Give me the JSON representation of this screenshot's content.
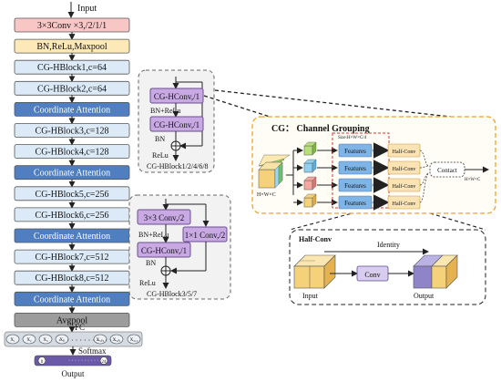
{
  "main_column": {
    "input_label": "Input",
    "blocks": [
      {
        "label": "3×3Conv ×3,/2/1/1",
        "kind": "conv"
      },
      {
        "label": "BN,ReLu,Maxpool",
        "kind": "bn"
      },
      {
        "label": "CG-HBlock1,c=64",
        "kind": "block"
      },
      {
        "label": "CG-HBlock2,c=64",
        "kind": "block"
      },
      {
        "label": "Coordinate Attention",
        "kind": "attn"
      },
      {
        "label": "CG-HBlock3,c=128",
        "kind": "block"
      },
      {
        "label": "CG-HBlock4,c=128",
        "kind": "block"
      },
      {
        "label": "Coordinate Attention",
        "kind": "attn"
      },
      {
        "label": "CG-HBlock5,c=256",
        "kind": "block"
      },
      {
        "label": "CG-HBlock6,c=256",
        "kind": "block"
      },
      {
        "label": "Coordinate Attention",
        "kind": "attn"
      },
      {
        "label": "CG-HBlock7,c=512",
        "kind": "block"
      },
      {
        "label": "CG-HBlock8,c=512",
        "kind": "block"
      },
      {
        "label": "Coordinate Attention",
        "kind": "attn"
      },
      {
        "label": "Avgpool",
        "kind": "pool"
      }
    ],
    "fc_label": "FC",
    "fc_nodes": [
      "X₁",
      "X₂",
      "X₃",
      "X₄",
      "X₅₁₀",
      "X₅₁₁",
      "X₅₁₂"
    ],
    "softmax_label": "Softmax",
    "output_nodes": [
      "0",
      "24"
    ],
    "output_label": "Output"
  },
  "block_a": {
    "conv1": "CG-HConv,/1",
    "bn_relu": "BN+ReLu",
    "conv2": "CG-HConv,/1",
    "bn": "BN",
    "relu": "ReLu",
    "caption": "CG-HBlock1/2/4/6/8"
  },
  "block_b": {
    "conv1": "3×3 Conv,/2",
    "bn_relu": "BN+ReLu",
    "shortcut": "1×1 Conv,/2",
    "conv2": "CG-HConv,/1",
    "bn": "BN",
    "relu": "ReLu",
    "caption": "CG-HBlock3/5/7"
  },
  "cg_panel": {
    "title": "CG：  Channel Grouping",
    "input_dims": "H×W×C",
    "size_label": "Size:H×W×C/4",
    "features": [
      "Features",
      "Features",
      "Features",
      "Features"
    ],
    "half_convs": [
      "Half-Conv",
      "Half-Conv",
      "Half-Conv",
      "Half-Conv"
    ],
    "contact": "Contact",
    "output_dims": "H×W×C"
  },
  "half_conv_panel": {
    "title": "Half-Conv",
    "identity": "Identity",
    "conv": "Conv",
    "input": "Input",
    "output": "Output"
  },
  "colors": {
    "conv_fill": "#f9c6c6",
    "bn_fill": "#fde9b8",
    "block_fill": "#dce9f7",
    "attn_fill": "#4f7fc0",
    "pool_fill": "#9c9c9c",
    "purple": "#c9a9e4",
    "orange_border": "#f0a030",
    "feature_fill": "#7fb4e6",
    "halfconv_fill": "#fbe3b4",
    "cube_yellow": "#f5d27a",
    "cube_purple": "#8f84c8"
  }
}
